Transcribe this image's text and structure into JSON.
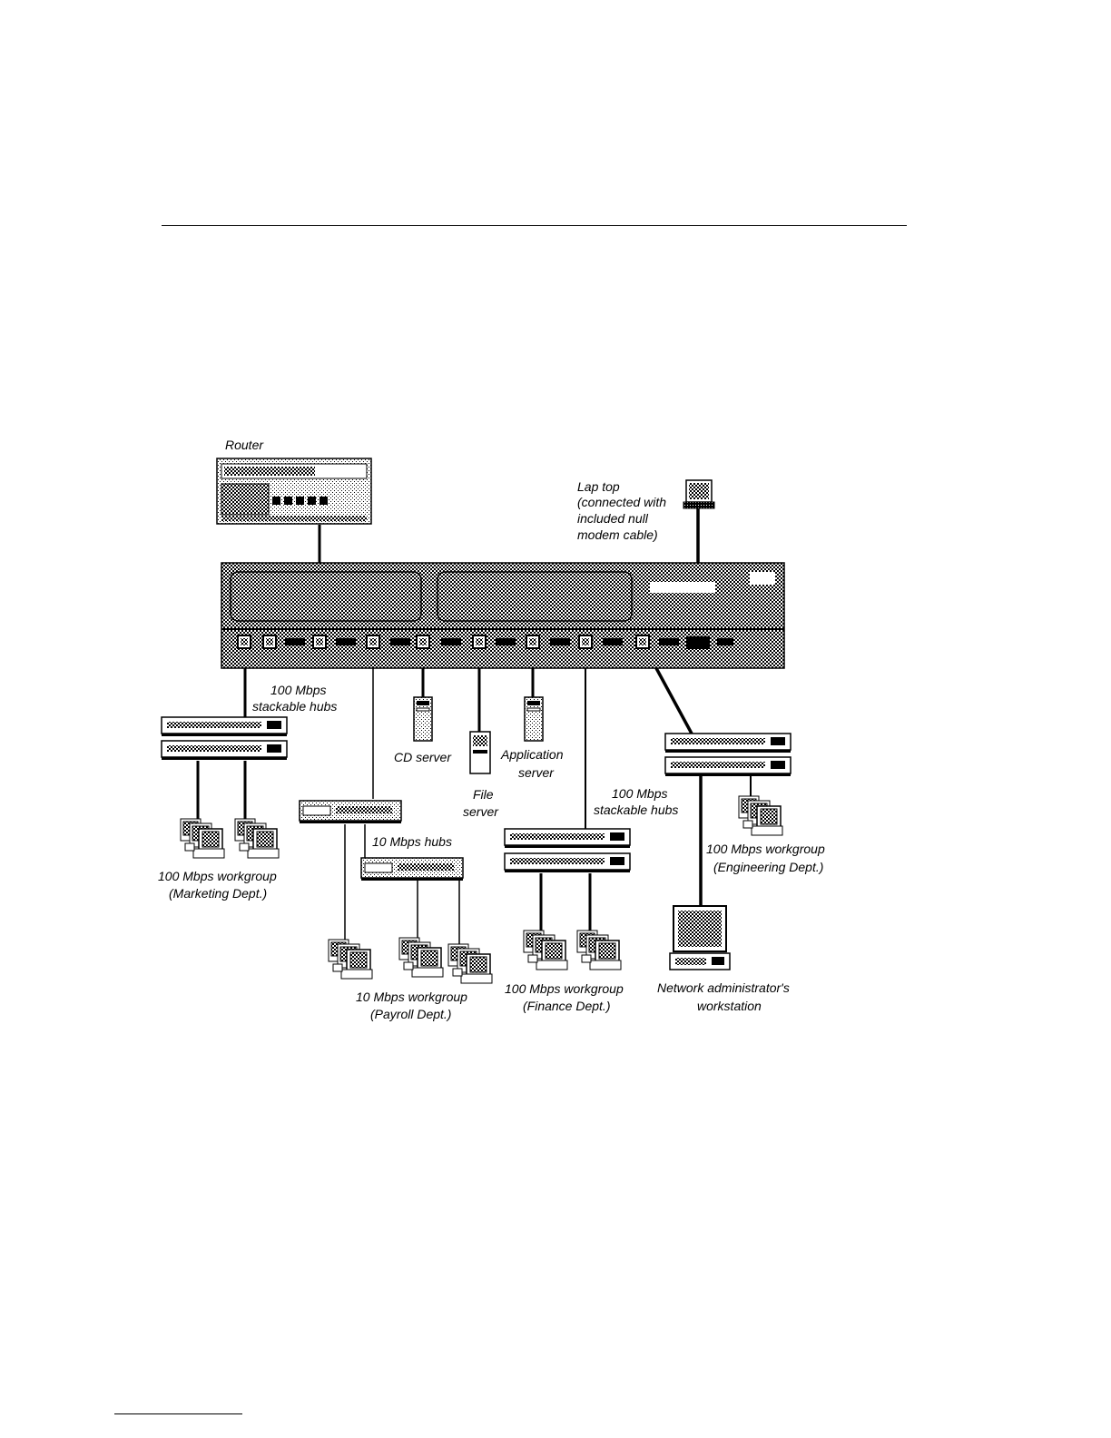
{
  "labels": {
    "router": "Router",
    "laptop": [
      "Lap top",
      "(connected with",
      "included null",
      "modem cable)"
    ],
    "stack_marketing": [
      "100 Mbps",
      "stackable hubs"
    ],
    "cd_server": "CD server",
    "file_server": [
      "File",
      "server"
    ],
    "app_server": [
      "Application",
      "server"
    ],
    "stack_finance": [
      "100 Mbps",
      "stackable hubs"
    ],
    "hubs_10": "10 Mbps hubs",
    "wg_marketing": [
      "100 Mbps workgroup",
      "(Marketing Dept.)"
    ],
    "wg_payroll": [
      "10 Mbps workgroup",
      "(Payroll Dept.)"
    ],
    "wg_finance": [
      "100 Mbps workgroup",
      "(Finance Dept.)"
    ],
    "wg_engineering": [
      "100 Mbps workgroup",
      "(Engineering Dept.)"
    ],
    "admin": [
      "Network administrator's",
      "workstation"
    ]
  }
}
